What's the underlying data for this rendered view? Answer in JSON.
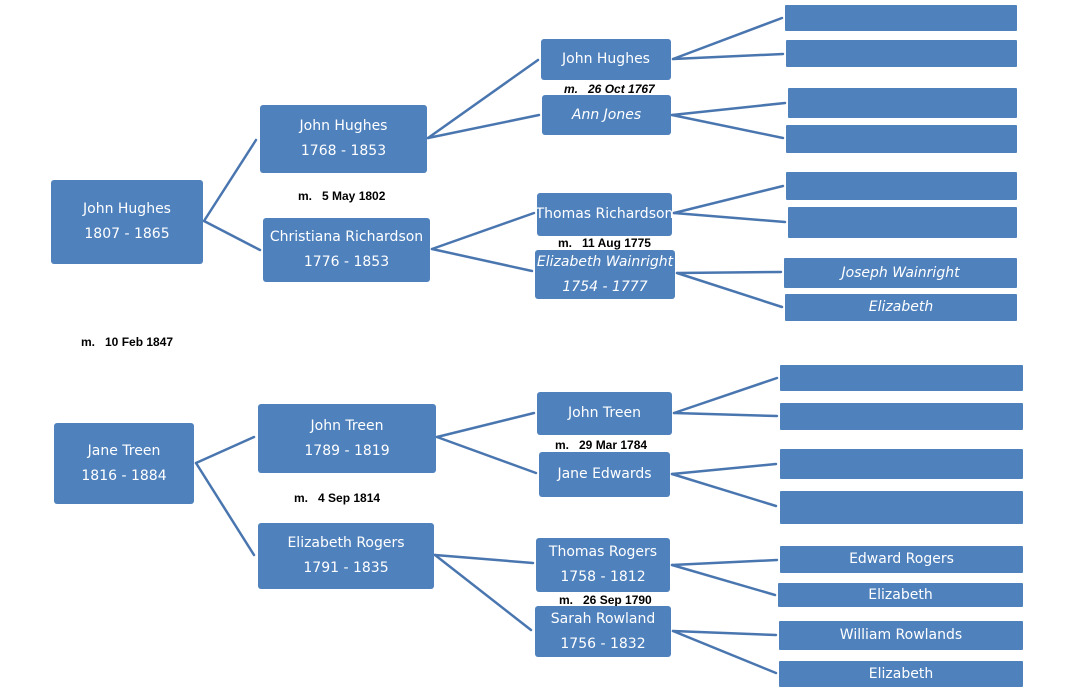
{
  "persons": {
    "p_john_hughes_1807": {
      "name": "John Hughes",
      "dates": "1807 - 1865"
    },
    "p_jane_treen": {
      "name": "Jane Treen",
      "dates": "1816 - 1884"
    },
    "p_john_hughes_1768": {
      "name": "John Hughes",
      "dates": "1768 - 1853"
    },
    "p_christiana_richardson": {
      "name": "Christiana Richardson",
      "dates": "1776 - 1853"
    },
    "p_john_treen": {
      "name": "John Treen",
      "dates": "1789 - 1819"
    },
    "p_elizabeth_rogers": {
      "name": "Elizabeth Rogers",
      "dates": "1791 - 1835"
    },
    "p_john_hughes_gg": {
      "name": "John Hughes",
      "dates": ""
    },
    "p_ann_jones": {
      "name": "Ann Jones",
      "dates": ""
    },
    "p_thomas_richardson": {
      "name": "Thomas Richardson",
      "dates": ""
    },
    "p_elizabeth_wainright": {
      "name": "Elizabeth Wainright",
      "dates": "1754 - 1777"
    },
    "p_john_treen_gg": {
      "name": "John Treen",
      "dates": ""
    },
    "p_jane_edwards": {
      "name": "Jane Edwards",
      "dates": ""
    },
    "p_thomas_rogers": {
      "name": "Thomas Rogers",
      "dates": "1758 - 1812"
    },
    "p_sarah_rowland": {
      "name": "Sarah Rowland",
      "dates": "1756 - 1832"
    },
    "ggg1": {
      "name": "",
      "dates": ""
    },
    "ggg2": {
      "name": "",
      "dates": ""
    },
    "ggg3": {
      "name": "",
      "dates": ""
    },
    "ggg4": {
      "name": "",
      "dates": ""
    },
    "ggg5": {
      "name": "",
      "dates": ""
    },
    "ggg6": {
      "name": "",
      "dates": ""
    },
    "p_joseph_wainright": {
      "name": "Joseph Wainright",
      "dates": ""
    },
    "p_elizabeth_w_mother": {
      "name": "Elizabeth",
      "dates": ""
    },
    "ggg9": {
      "name": "",
      "dates": ""
    },
    "ggg10": {
      "name": "",
      "dates": ""
    },
    "ggg11": {
      "name": "",
      "dates": ""
    },
    "ggg12": {
      "name": "",
      "dates": ""
    },
    "p_edward_rogers": {
      "name": "Edward Rogers",
      "dates": ""
    },
    "p_elizabeth_r_mother": {
      "name": "Elizabeth",
      "dates": ""
    },
    "p_william_rowlands": {
      "name": "William Rowlands",
      "dates": ""
    },
    "p_elizabeth_row_mother": {
      "name": "Elizabeth",
      "dates": ""
    }
  },
  "marriages": {
    "m_1847": "m.   10 Feb 1847",
    "m_1802": "m.   5 May 1802",
    "m_1814": "m.   4 Sep 1814",
    "m_1767": "m.   26 Oct 1767",
    "m_1775": "m.   11 Aug 1775",
    "m_1784": "m.   29 Mar 1784",
    "m_1790": "m.   26 Sep 1790"
  },
  "colors": {
    "box": "#4f81bd",
    "line": "#4a76b0",
    "text": "#ffffff"
  }
}
